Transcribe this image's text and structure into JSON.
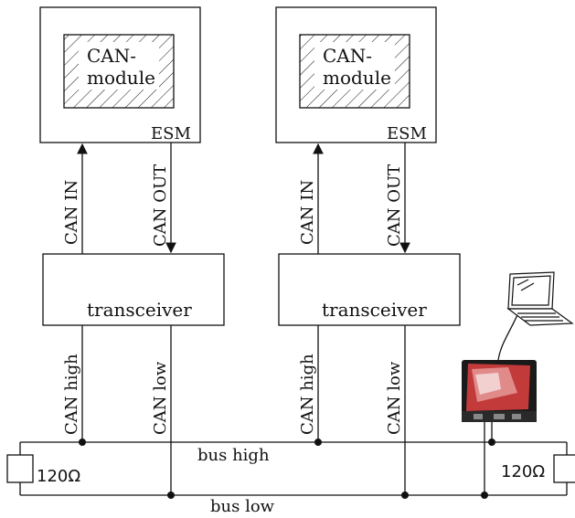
{
  "nodes": [
    {
      "esm_label": "ESM",
      "module_line1": "CAN-",
      "module_line2": "module",
      "transceiver_label": "transceiver",
      "can_in_label": "CAN IN",
      "can_out_label": "CAN OUT",
      "can_high_label": "CAN high",
      "can_low_label": "CAN low"
    },
    {
      "esm_label": "ESM",
      "module_line1": "CAN-",
      "module_line2": "module",
      "transceiver_label": "transceiver",
      "can_in_label": "CAN IN",
      "can_out_label": "CAN OUT",
      "can_high_label": "CAN high",
      "can_low_label": "CAN low"
    }
  ],
  "bus": {
    "high_label": "bus high",
    "low_label": "bus low",
    "left_termination": "120Ω",
    "right_termination": "120Ω"
  },
  "icons": {
    "analyzer": "can-analyzer-device-icon",
    "laptop": "laptop-icon"
  }
}
